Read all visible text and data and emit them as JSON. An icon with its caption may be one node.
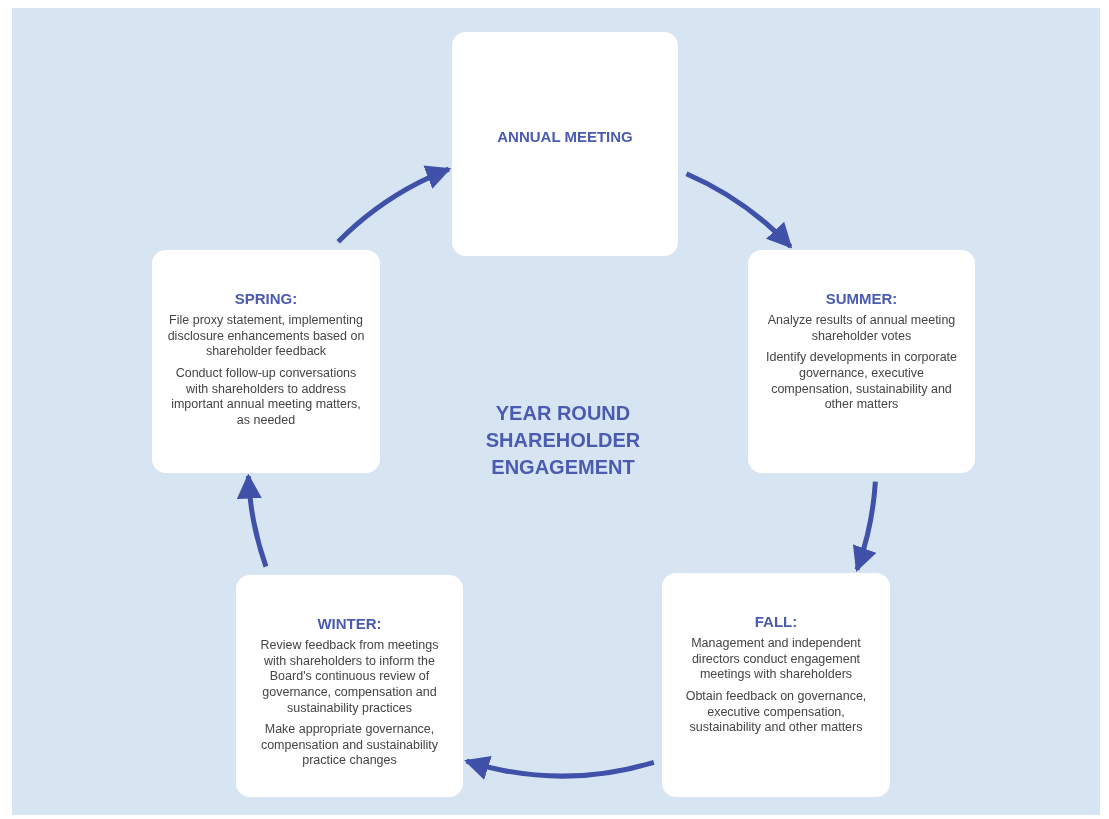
{
  "diagram": {
    "nodes": [
      {
        "text": [
          "ANNUAL MEETING"
        ]
      },
      {
        "text": [
          "SPRING:",
          "File proxy statement, implementing disclosure enhancements based on shareholder feedback",
          "Conduct follow-up conversations with shareholders to address important annual meeting matters, as needed"
        ]
      },
      {
        "text": [
          "SUMMER:",
          "Analyze results of annual meeting shareholder votes",
          "Identify developments in corporate governance, executive compensation, sustainability and other matters"
        ]
      },
      {
        "text": [
          "WINTER:",
          "Review feedback from meetings with shareholders to inform the Board's continuous review of governance, compensation and sustainability practices",
          "Make appropriate governance, compensation and sustainability practice changes"
        ]
      },
      {
        "text": [
          "FALL:",
          "Management and independent directors conduct engagement meetings with shareholders",
          "Obtain feedback on governance, executive compensation, sustainability and other matters"
        ]
      }
    ],
    "edges": [
      {
        "from": 0,
        "to": 2,
        "arrow": "to"
      },
      {
        "from": 2,
        "to": 4,
        "arrow": "to"
      },
      {
        "from": 4,
        "to": 3,
        "arrow": "to"
      },
      {
        "from": 3,
        "to": 1,
        "arrow": "to"
      },
      {
        "from": 1,
        "to": 0,
        "arrow": "to"
      }
    ],
    "labels": [
      "YEAR ROUND SHAREHOLDER ENGAGEMENT"
    ]
  }
}
